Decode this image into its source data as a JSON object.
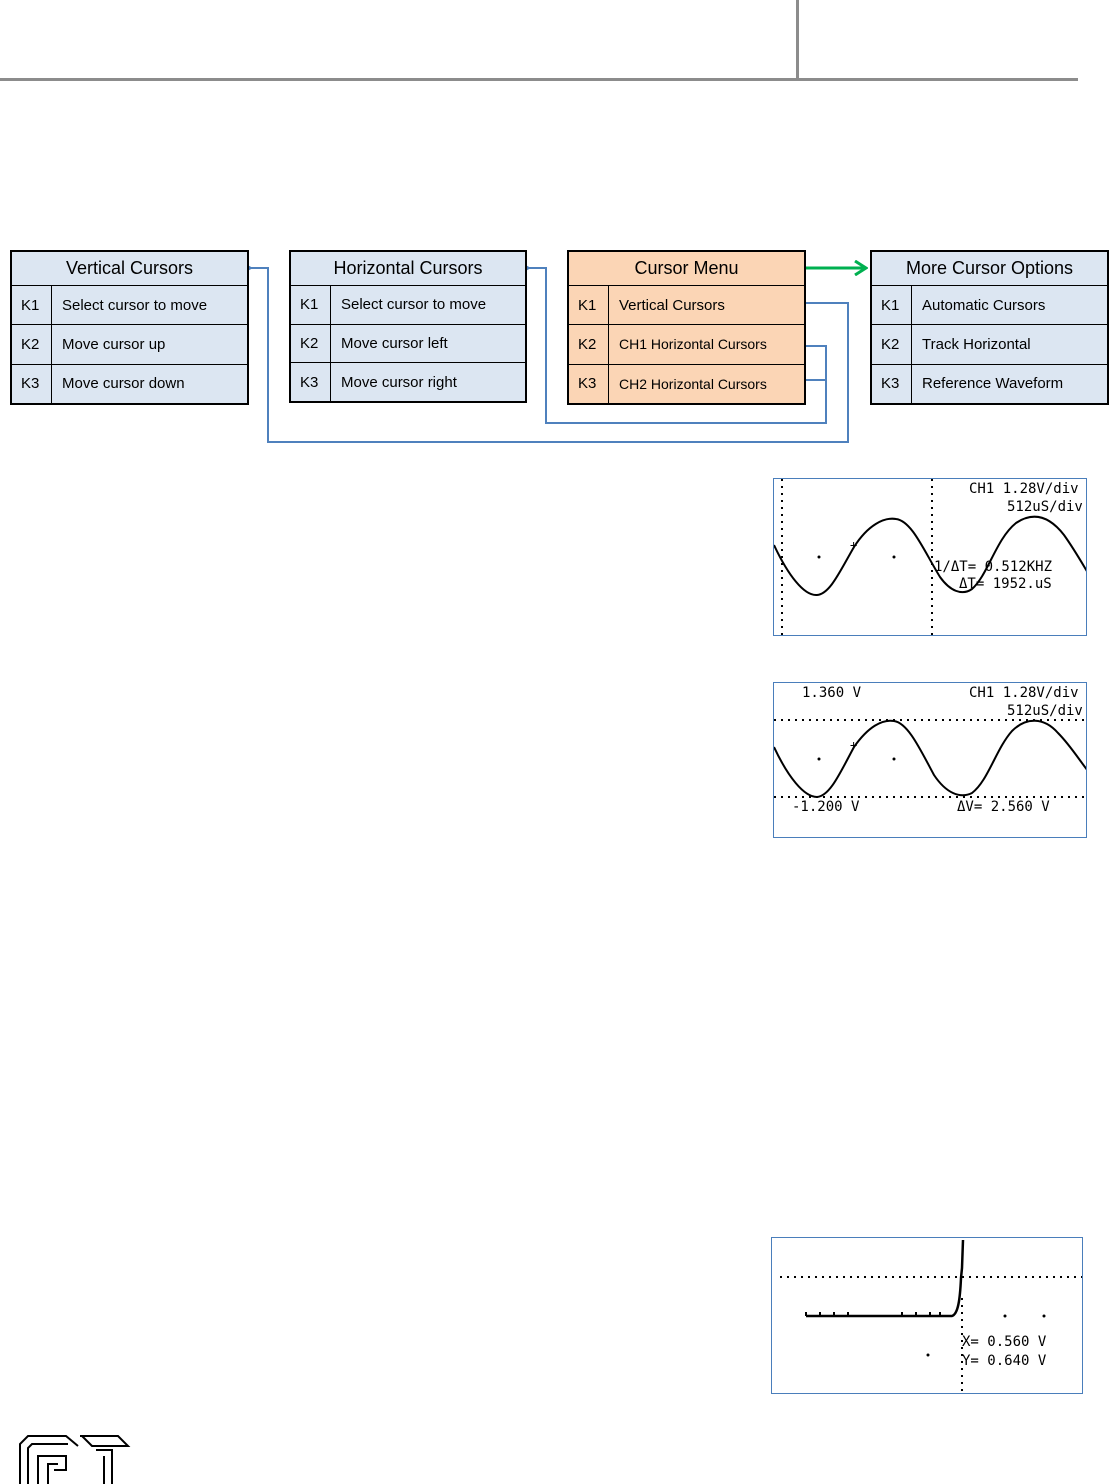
{
  "menus": {
    "vertical": {
      "title": "Vertical Cursors",
      "rows": [
        {
          "key": "K1",
          "label": "Select cursor to move"
        },
        {
          "key": "K2",
          "label": "Move cursor up"
        },
        {
          "key": "K3",
          "label": "Move cursor down"
        }
      ]
    },
    "horizontal": {
      "title": "Horizontal Cursors",
      "rows": [
        {
          "key": "K1",
          "label": "Select cursor to move"
        },
        {
          "key": "K2",
          "label": "Move cursor left"
        },
        {
          "key": "K3",
          "label": "Move cursor right"
        }
      ]
    },
    "cursor": {
      "title": "Cursor Menu",
      "rows": [
        {
          "key": "K1",
          "label": "Vertical Cursors"
        },
        {
          "key": "K2",
          "label": "CH1 Horizontal Cursors"
        },
        {
          "key": "K3",
          "label": "CH2 Horizontal Cursors"
        }
      ]
    },
    "more": {
      "title": "More Cursor Options",
      "rows": [
        {
          "key": "K1",
          "label": "Automatic Cursors"
        },
        {
          "key": "K2",
          "label": "Track Horizontal"
        },
        {
          "key": "K3",
          "label": "Reference Waveform"
        }
      ]
    }
  },
  "colors": {
    "blue_menu": "#dce6f2",
    "orange_menu": "#fbd5b5",
    "connector_blue": "#4f81bd",
    "connector_green": "#00b050"
  },
  "screens": {
    "screen1": {
      "ch_label": "CH1 1.28V/div",
      "time_label": "512uS/div",
      "freq_label": "1/ΔT= 0.512KHZ",
      "dt_label": "ΔT= 1952.uS"
    },
    "screen2": {
      "top_left": "1.360 V",
      "ch_label": "CH1 1.28V/div",
      "time_label": "512uS/div",
      "bottom_left": "-1.200 V",
      "dv_label": "ΔV= 2.560 V"
    },
    "screen3": {
      "x_label": "X= 0.560 V",
      "y_label": "Y= 0.640 V"
    }
  },
  "logo": {
    "icon": "gabotronics-logo-icon"
  }
}
